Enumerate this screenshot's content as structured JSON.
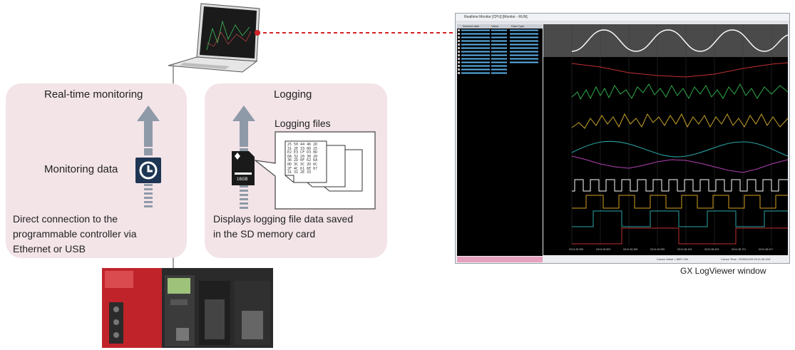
{
  "panels": {
    "monitoring": {
      "title": "Real-time monitoring",
      "data_label": "Monitoring data",
      "description": [
        "Direct connection to the",
        "programmable controller via",
        "Ethernet or USB"
      ]
    },
    "logging": {
      "title": "Logging",
      "files_label": "Logging files",
      "description": [
        "Displays logging file data saved",
        "in the SD memory card"
      ]
    }
  },
  "sd_card": {
    "capacity": "16GB"
  },
  "logging_file": {
    "lines": [
      "25 50 44 46 2D",
      "31 2E 33 0D 25",
      "E2 E3 CF D3 0D",
      "0A 32 20 30 20",
      "36 2D 0F 62 6A",
      "0D 3C 3C 2D 6C",
      "2F 4C 61 6E 67",
      "31 31 2E 33"
    ]
  },
  "caption": "GX LogViewer window",
  "logviewer": {
    "title": "Realtime Monitor [CPU] [Monitor - RUN]",
    "columns": [
      "Device/Label",
      "Value",
      "Data Type"
    ],
    "status_value": "Cursor Value = 8837.154",
    "status_time": "Cursor Time : 2020/01/03 03:11:26.315",
    "time_ticks": [
      "03:11:33.330",
      "03:11:33.603",
      "03:11:34.208",
      "03:11:34.925",
      "03:11:35.123",
      "03:11:35.423",
      "03:11:35.721",
      "03:11:36.017"
    ]
  },
  "colors": {
    "panel_bg": "#f3e4e8",
    "arrow": "#8f9aa8",
    "clock_bg": "#1f3554",
    "connector": "#d2232a"
  }
}
